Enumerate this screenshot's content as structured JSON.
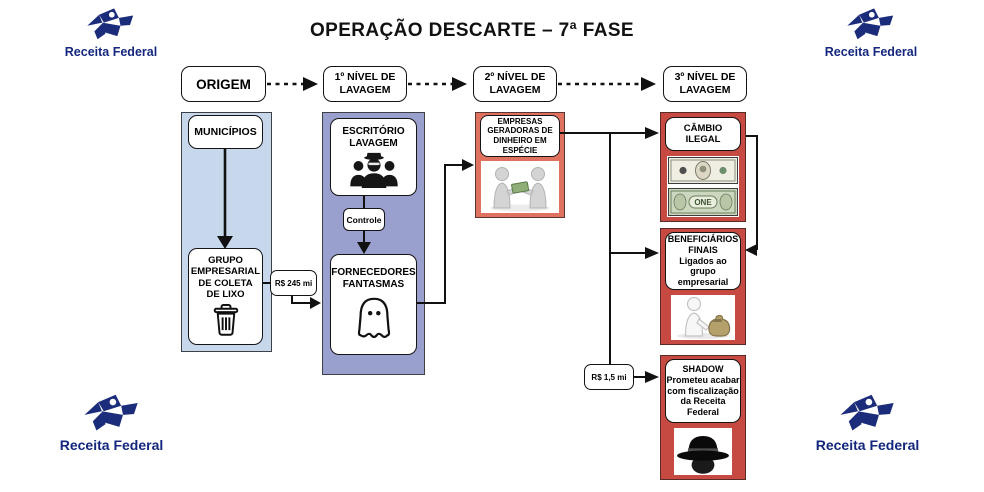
{
  "title": "OPERAÇÃO DESCARTE – 7ª FASE",
  "logo": {
    "text": "Receita Federal"
  },
  "flow": {
    "headers": [
      {
        "label": "ORIGEM"
      },
      {
        "label": "1º NÍVEL DE\nLAVAGEM"
      },
      {
        "label": "2º NÍVEL DE\nLAVAGEM"
      },
      {
        "label": "3º NÍVEL DE\nLAVAGEM"
      }
    ]
  },
  "origem": {
    "municipios": "MUNICÍPIOS",
    "grupo": "GRUPO\nEMPRESARIAL\nDE COLETA\nDE LIXO"
  },
  "nivel1": {
    "escritorio": "ESCRITÓRIO\nLAVAGEM",
    "controle": "Controle",
    "fornecedores": "FORNECEDORES\nFANTASMAS"
  },
  "nivel2": {
    "empresas": "EMPRESAS\nGERADORAS DE\nDINHEIRO EM\nESPÉCIE"
  },
  "nivel3": {
    "cambio": "CÂMBIO ILEGAL",
    "beneficiarios": "BENEFICIÁRIOS\nFINAIS",
    "beneficiarios_sub": "Ligados ao grupo\nempresarial",
    "shadow": "SHADOW",
    "shadow_sub": "Prometeu acabar\ncom fiscalização\nda Receita Federal"
  },
  "amounts": {
    "grupo_para_fornecedores": "R$ 245 mi",
    "para_shadow": "R$ 1,5 mi"
  },
  "bill": {
    "denomination": "ONE"
  },
  "colors": {
    "origem_panel": "#c8d8ec",
    "nivel1_panel": "#9aa0ce",
    "nivel2_panel": "#e0715e",
    "nivel3_panel": "#c64a42",
    "logo_blue": "#1b2d7a",
    "line": "#111111"
  }
}
